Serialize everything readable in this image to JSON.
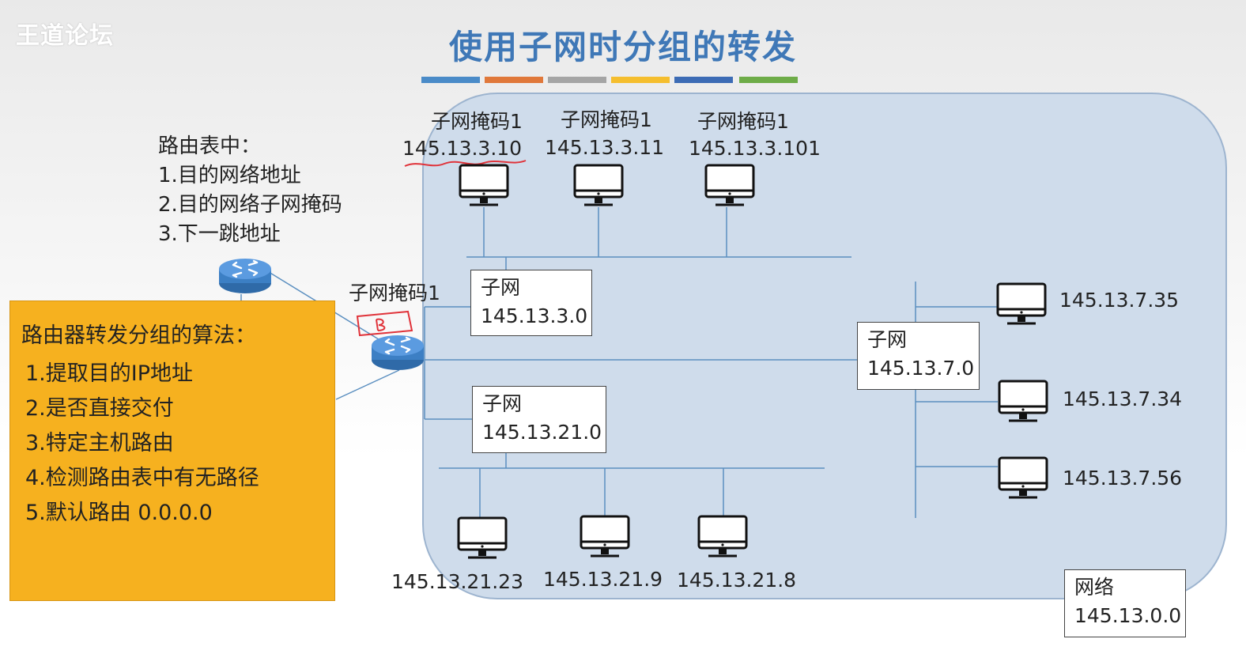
{
  "watermark": "王道论坛",
  "title": "使用子网时分组的转发",
  "title_stripes": [
    "#4a8bc8",
    "#e0783a",
    "#a5a5a5",
    "#f5be2e",
    "#3d6cb5",
    "#6eac48"
  ],
  "routing_table_note": {
    "heading": "路由表中：",
    "items": [
      "1.目的网络地址",
      "2.目的网络子网掩码",
      "3.下一跳地址"
    ]
  },
  "algorithm_box": {
    "heading": "路由器转发分组的算法：",
    "items": [
      "1.提取目的IP地址",
      "2.是否直接交付",
      "3.特定主机路由",
      "4.检测路由表中有无路径",
      "5.默认路由 0.0.0.0"
    ]
  },
  "router_mask_label": "子网掩码1",
  "top_hosts": [
    {
      "mask": "子网掩码1",
      "ip": "145.13.3.10"
    },
    {
      "mask": "子网掩码1",
      "ip": "145.13.3.11"
    },
    {
      "mask": "子网掩码1",
      "ip": "145.13.3.101"
    }
  ],
  "subnet_3": {
    "label": "子网",
    "address": "145.13.3.0"
  },
  "subnet_21": {
    "label": "子网",
    "address": "145.13.21.0"
  },
  "subnet_7": {
    "label": "子网",
    "address": "145.13.7.0"
  },
  "right_hosts": [
    "145.13.7.35",
    "145.13.7.34",
    "145.13.7.56"
  ],
  "bottom_hosts": [
    "145.13.21.23",
    "145.13.21.9",
    "145.13.21.8"
  ],
  "network": {
    "label": "网络",
    "address": "145.13.0.0"
  },
  "colors": {
    "title": "#3f78b7",
    "network_area": "#cfdceb",
    "algorithm_box": "#f6b11f",
    "router": "#3c7fc4",
    "line": "#5b8fc0",
    "annotation": "#e0333a"
  }
}
